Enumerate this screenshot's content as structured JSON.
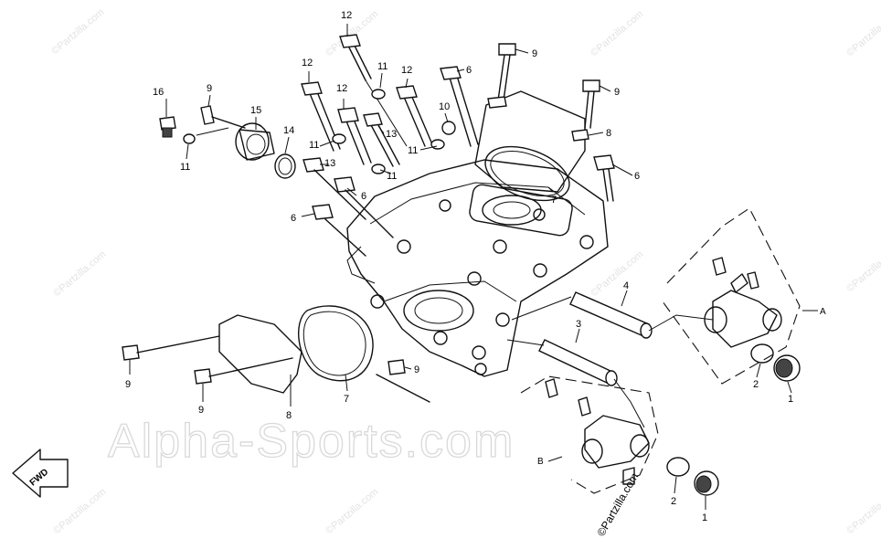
{
  "watermarks": {
    "brand": "Alpha-Sports.com",
    "site": "©Partzilla.com",
    "corner": "©Partzilla.com"
  },
  "direction_tag": "FWD",
  "reference_letters": [
    "A",
    "B"
  ],
  "callouts": [
    {
      "id": "c16",
      "label": "16"
    },
    {
      "id": "c9a",
      "label": "9"
    },
    {
      "id": "c15",
      "label": "15"
    },
    {
      "id": "c11a",
      "label": "11"
    },
    {
      "id": "c14",
      "label": "14"
    },
    {
      "id": "c12a",
      "label": "12"
    },
    {
      "id": "c12b",
      "label": "12"
    },
    {
      "id": "c12c",
      "label": "12"
    },
    {
      "id": "c12d",
      "label": "12"
    },
    {
      "id": "c11b",
      "label": "11"
    },
    {
      "id": "c11c",
      "label": "11"
    },
    {
      "id": "c11d",
      "label": "11"
    },
    {
      "id": "c11e",
      "label": "11"
    },
    {
      "id": "c13a",
      "label": "13"
    },
    {
      "id": "c13b",
      "label": "13"
    },
    {
      "id": "c10",
      "label": "10"
    },
    {
      "id": "c6a",
      "label": "6"
    },
    {
      "id": "c6b",
      "label": "6"
    },
    {
      "id": "c6c",
      "label": "6"
    },
    {
      "id": "c6d",
      "label": "6"
    },
    {
      "id": "c9b",
      "label": "9"
    },
    {
      "id": "c9c",
      "label": "9"
    },
    {
      "id": "c8a",
      "label": "8"
    },
    {
      "id": "c7a",
      "label": "7"
    },
    {
      "id": "c4",
      "label": "4"
    },
    {
      "id": "c3",
      "label": "3"
    },
    {
      "id": "c2a",
      "label": "2"
    },
    {
      "id": "c1a",
      "label": "1"
    },
    {
      "id": "c9d",
      "label": "9"
    },
    {
      "id": "c9e",
      "label": "9"
    },
    {
      "id": "c9f",
      "label": "9"
    },
    {
      "id": "c8b",
      "label": "8"
    },
    {
      "id": "c7b",
      "label": "7"
    },
    {
      "id": "c2b",
      "label": "2"
    },
    {
      "id": "c1b",
      "label": "1"
    }
  ]
}
